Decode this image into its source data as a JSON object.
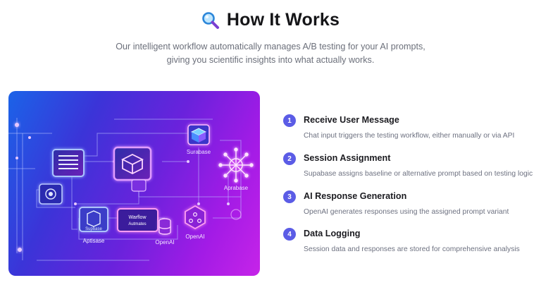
{
  "header": {
    "icon": "magnifier-icon",
    "title": "How It Works",
    "subtitle_line1": "Our intelligent workflow automatically manages A/B testing for your AI prompts,",
    "subtitle_line2": "giving you scientific insights into what actually works."
  },
  "illustration": {
    "labels": {
      "surabase": "Surabase",
      "aprabase": "Aprabase",
      "supabase_tag": "Supbase",
      "aptisase": "Aptisase",
      "warflow_line1": "Warflow",
      "warflow_line2": "Autmates",
      "openai_db": "OpenAI",
      "openai_node": "OpenAI"
    }
  },
  "steps": [
    {
      "number": "1",
      "title": "Receive User Message",
      "description": "Chat input triggers the testing workflow, either manually or via API"
    },
    {
      "number": "2",
      "title": "Session Assignment",
      "description": "Supabase assigns baseline or alternative prompt based on testing logic"
    },
    {
      "number": "3",
      "title": "AI Response Generation",
      "description": "OpenAI generates responses using the assigned prompt variant"
    },
    {
      "number": "4",
      "title": "Data Logging",
      "description": "Session data and responses are stored for comprehensive analysis"
    }
  ],
  "colors": {
    "accent": "#5b5ce6",
    "panel_start": "#1b63e8",
    "panel_end": "#c624e8"
  }
}
